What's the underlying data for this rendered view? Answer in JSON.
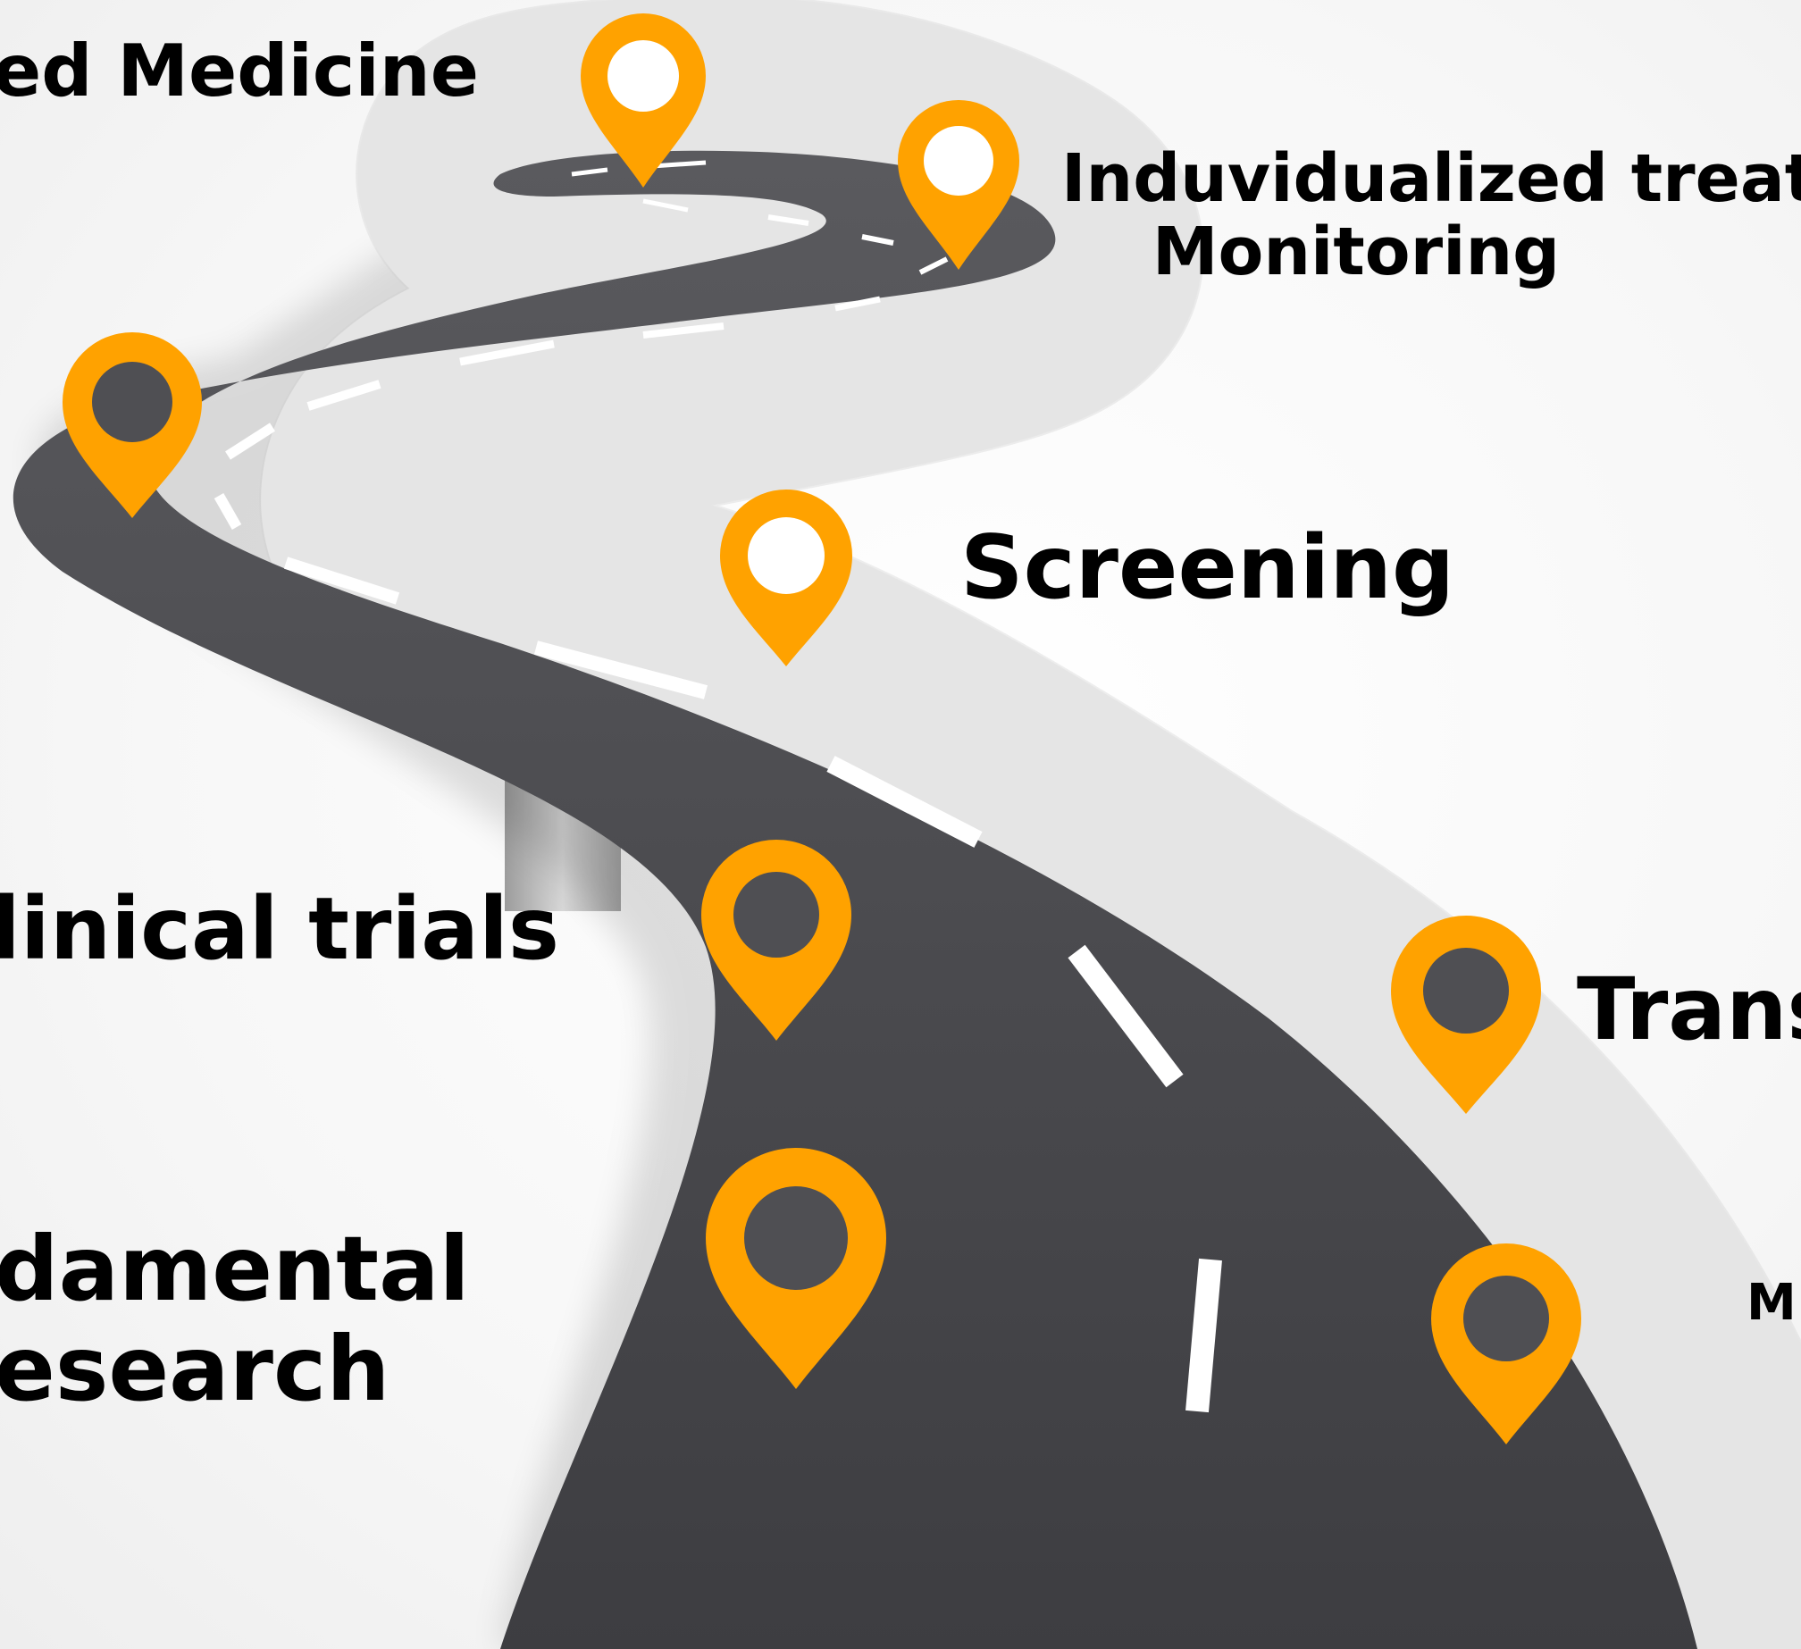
{
  "labels": {
    "personalized_medicine": "ed Medicine",
    "individualized_treatment_line1": "Induvidualized treatm",
    "individualized_treatment_line2": "Monitoring",
    "screening": "Screening",
    "clinical_trials": "linical trials",
    "fundamental_research_line1": "damental",
    "fundamental_research_line2": "esearch",
    "translational": "Trans",
    "partial_m": "M"
  },
  "colors": {
    "pin": "#FFA200",
    "road": "#4f4f53",
    "road_edge": "#f2f2f2",
    "lane_marking": "#ffffff",
    "pillar": "#b9b9b9",
    "text": "#000000"
  },
  "icons": {
    "pin": "map-pin-icon"
  }
}
